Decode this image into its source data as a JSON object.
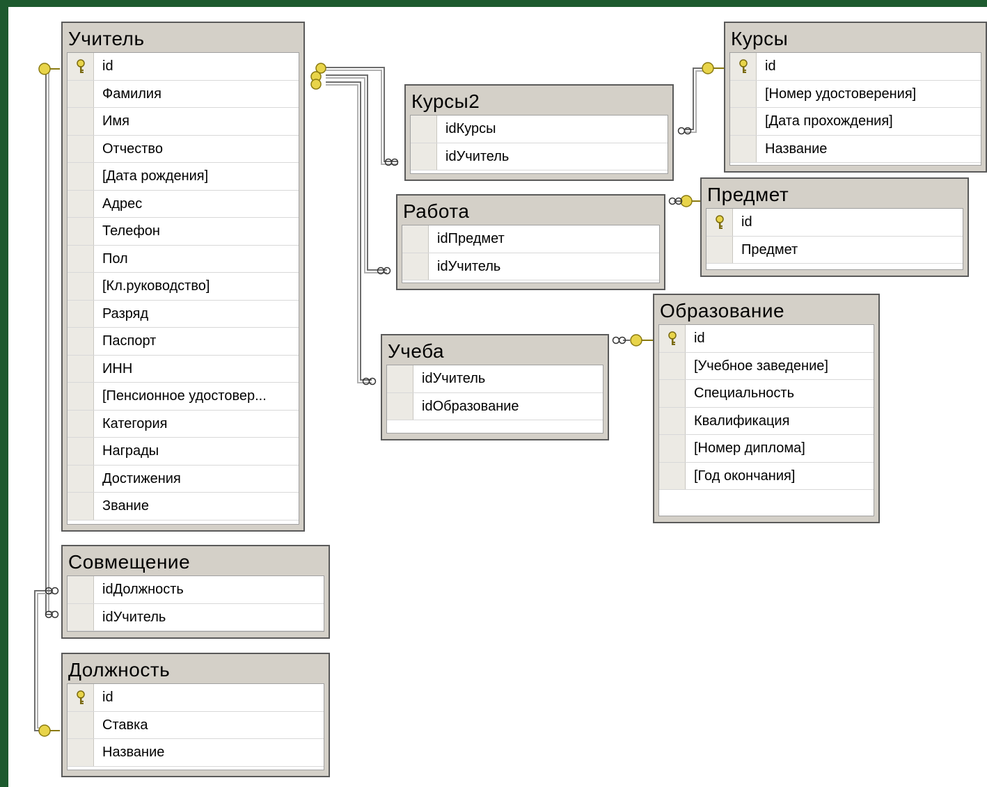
{
  "colors": {
    "background": "#1d5a2e",
    "canvas": "#ffffff",
    "header": "#d4d0c8",
    "key": "#e8d44a",
    "link": "#6e6e6e"
  },
  "tables": [
    {
      "id": "uchitel",
      "title": "Учитель",
      "columns": [
        {
          "name": "id",
          "pk": true
        },
        {
          "name": "Фамилия"
        },
        {
          "name": "Имя"
        },
        {
          "name": "Отчество"
        },
        {
          "name": "[Дата рождения]"
        },
        {
          "name": "Адрес"
        },
        {
          "name": "Телефон"
        },
        {
          "name": "Пол"
        },
        {
          "name": "[Кл.руководство]"
        },
        {
          "name": "Разряд"
        },
        {
          "name": "Паспорт"
        },
        {
          "name": "ИНН"
        },
        {
          "name": "[Пенсионное удостовер..."
        },
        {
          "name": "Категория"
        },
        {
          "name": "Награды"
        },
        {
          "name": "Достижения"
        },
        {
          "name": "Звание"
        }
      ]
    },
    {
      "id": "kursy2",
      "title": "Курсы2",
      "columns": [
        {
          "name": "idКурсы"
        },
        {
          "name": "idУчитель"
        }
      ]
    },
    {
      "id": "kursy",
      "title": "Курсы",
      "columns": [
        {
          "name": "id",
          "pk": true
        },
        {
          "name": "[Номер удостоверения]"
        },
        {
          "name": "[Дата прохождения]"
        },
        {
          "name": "Название"
        }
      ]
    },
    {
      "id": "predmet",
      "title": "Предмет",
      "columns": [
        {
          "name": "id",
          "pk": true
        },
        {
          "name": "Предмет"
        }
      ]
    },
    {
      "id": "rabota",
      "title": "Работа",
      "columns": [
        {
          "name": "idПредмет"
        },
        {
          "name": "idУчитель"
        }
      ]
    },
    {
      "id": "obrazovanie",
      "title": "Образование",
      "columns": [
        {
          "name": "id",
          "pk": true
        },
        {
          "name": "[Учебное заведение]"
        },
        {
          "name": "Специальность"
        },
        {
          "name": "Квалификация"
        },
        {
          "name": "[Номер диплома]"
        },
        {
          "name": "[Год окончания]"
        }
      ]
    },
    {
      "id": "ucheba",
      "title": "Учеба",
      "columns": [
        {
          "name": "idУчитель"
        },
        {
          "name": "idОбразование"
        }
      ]
    },
    {
      "id": "sovmeshchenie",
      "title": "Совмещение",
      "columns": [
        {
          "name": "idДолжность"
        },
        {
          "name": "idУчитель"
        }
      ]
    },
    {
      "id": "dolzhnost",
      "title": "Должность",
      "columns": [
        {
          "name": "id",
          "pk": true
        },
        {
          "name": "Ставка"
        },
        {
          "name": "Название"
        }
      ]
    }
  ],
  "relationships": [
    {
      "from": "kursy2.idУчитель",
      "to": "uchitel.id",
      "type": "many-to-one"
    },
    {
      "from": "rabota.idУчитель",
      "to": "uchitel.id",
      "type": "many-to-one"
    },
    {
      "from": "ucheba.idУчитель",
      "to": "uchitel.id",
      "type": "many-to-one"
    },
    {
      "from": "kursy2.idКурсы",
      "to": "kursy.id",
      "type": "many-to-one"
    },
    {
      "from": "rabota.idПредмет",
      "to": "predmet.id",
      "type": "many-to-one"
    },
    {
      "from": "ucheba.idОбразование",
      "to": "obrazovanie.id",
      "type": "many-to-one"
    },
    {
      "from": "sovmeshchenie.idУчитель",
      "to": "uchitel.id",
      "type": "many-to-one"
    },
    {
      "from": "sovmeshchenie.idДолжность",
      "to": "dolzhnost.id",
      "type": "many-to-one"
    }
  ]
}
